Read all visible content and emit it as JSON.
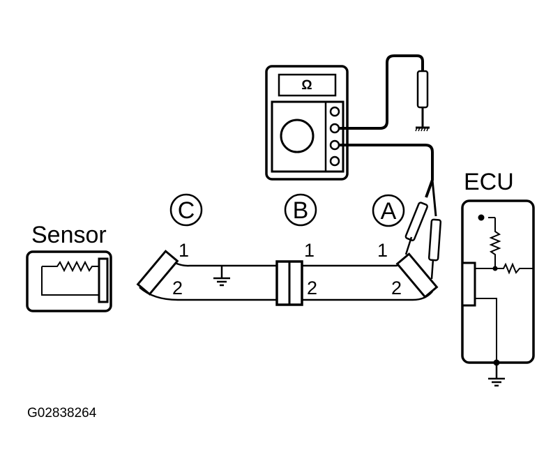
{
  "labels": {
    "sensor": "Sensor",
    "ecu": "ECU",
    "figure_code": "G02838264"
  },
  "connectors": {
    "c": "C",
    "b": "B",
    "a": "A"
  },
  "pins": {
    "c_pin1": "1",
    "c_pin2": "2",
    "b_pin1": "1",
    "b_pin2": "2",
    "a_pin1": "1",
    "a_pin2": "2"
  },
  "meter": {
    "mode_symbol": "Ω"
  }
}
